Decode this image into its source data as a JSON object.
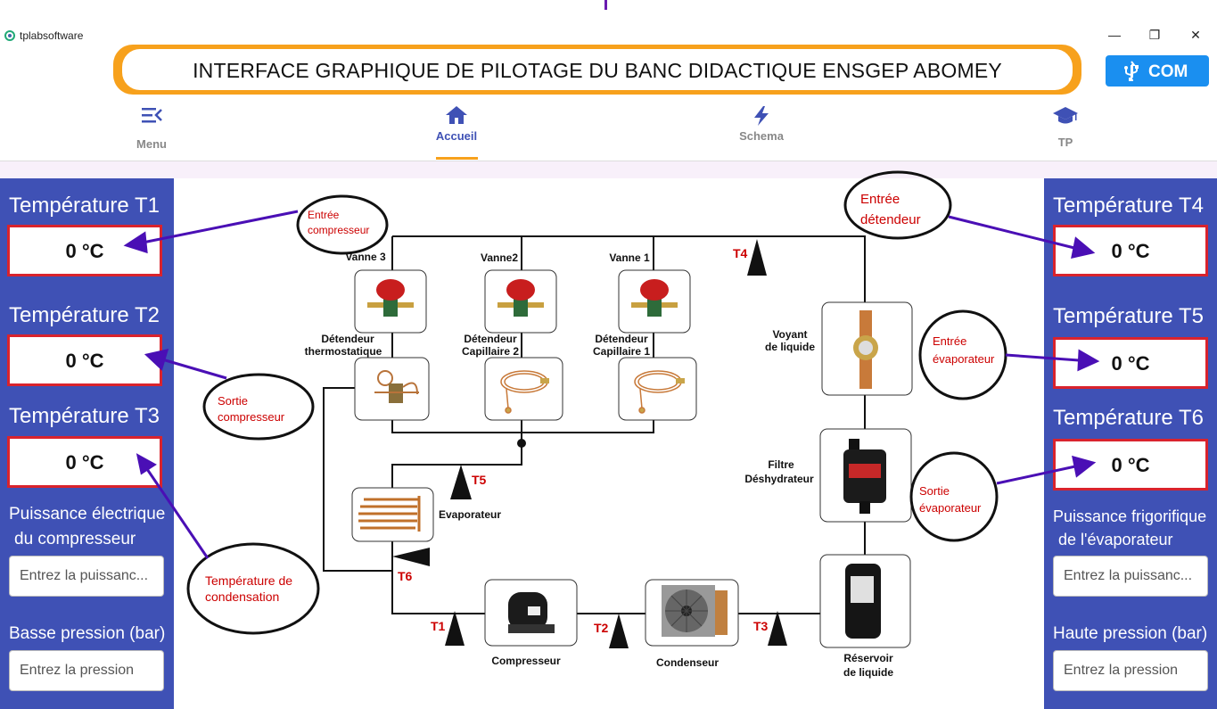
{
  "window": {
    "app_title": "tplabsoftware",
    "minimize": "—",
    "maximize": "❐",
    "close": "✕"
  },
  "header": {
    "title": "INTERFACE GRAPHIQUE DE PILOTAGE DU BANC DIDACTIQUE ENSGEP ABOMEY",
    "com_label": "COM"
  },
  "nav": {
    "menu": "Menu",
    "accueil": "Accueil",
    "schema": "Schema",
    "tp": "TP",
    "active": "Accueil"
  },
  "left_panel": {
    "t1": {
      "label": "Température T1",
      "value": "0 °C"
    },
    "t2": {
      "label": "Température T2",
      "value": "0 °C"
    },
    "t3": {
      "label": "Température T3",
      "value": "0 °C"
    },
    "power_label_1": "Puissance électrique",
    "power_label_2": "du compresseur",
    "power_placeholder": "Entrez la puissanc...",
    "pressure_label": "Basse pression (bar)",
    "pressure_placeholder": "Entrez la pression"
  },
  "right_panel": {
    "t4": {
      "label": "Température T4",
      "value": "0 °C"
    },
    "t5": {
      "label": "Température T5",
      "value": "0 °C"
    },
    "t6": {
      "label": "Température T6",
      "value": "0 °C"
    },
    "power_label_1": "Puissance frigorifique",
    "power_label_2": "de l'évaporateur",
    "power_placeholder": "Entrez la puissanc...",
    "pressure_label": "Haute pression (bar)",
    "pressure_placeholder": "Entrez la pression"
  },
  "diagram": {
    "vanne3": "Vanne 3",
    "vanne2": "Vanne2",
    "vanne1": "Vanne 1",
    "detendeur_thermo_1": "Détendeur",
    "detendeur_thermo_2": "thermostatique",
    "detendeur_cap2_1": "Détendeur",
    "detendeur_cap2_2": "Capillaire 2",
    "detendeur_cap1_1": "Détendeur",
    "detendeur_cap1_2": "Capillaire 1",
    "voyant_1": "Voyant",
    "voyant_2": "de liquide",
    "filtre_1": "Filtre",
    "filtre_2": "Déshydrateur",
    "evaporateur": "Evaporateur",
    "compresseur": "Compresseur",
    "condenseur": "Condenseur",
    "reservoir_1": "Réservoir",
    "reservoir_2": "de liquide",
    "t1": "T1",
    "t2": "T2",
    "t3": "T3",
    "t4": "T4",
    "t5": "T5",
    "t6": "T6"
  },
  "annotations": {
    "entree_compresseur_1": "Entrée",
    "entree_compresseur_2": "compresseur",
    "sortie_compresseur_1": "Sortie",
    "sortie_compresseur_2": "compresseur",
    "temp_condensation_1": "Température de",
    "temp_condensation_2": "condensation",
    "entree_detendeur_1": "Entrée",
    "entree_detendeur_2": "détendeur",
    "entree_evaporateur_1": "Entrée",
    "entree_evaporateur_2": "évaporateur",
    "sortie_evaporateur_1": "Sortie",
    "sortie_evaporateur_2": "évaporateur"
  },
  "colors": {
    "accent_blue": "#3f51b5",
    "banner_orange": "#f7a11c",
    "com_blue": "#1a8ff0",
    "alert_red": "#d9232d",
    "arrow_purple": "#4a0fb5"
  }
}
